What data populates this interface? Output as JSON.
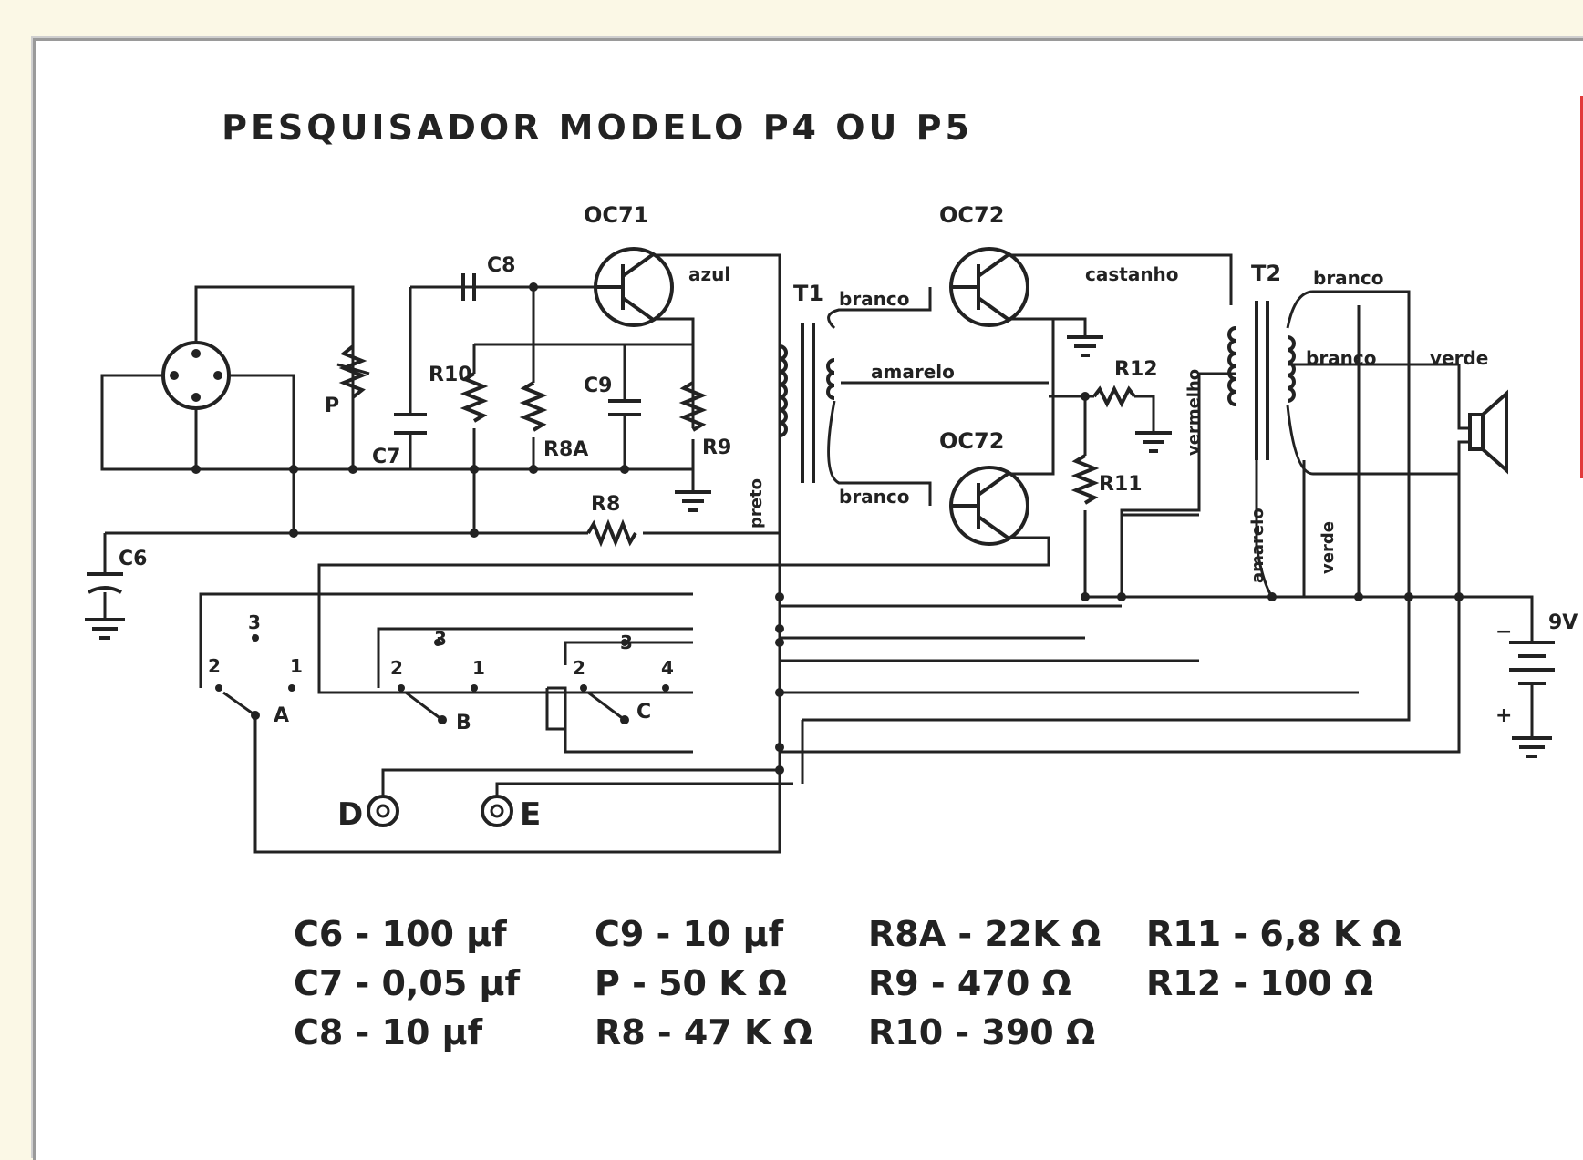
{
  "title": "PESQUISADOR MODELO P4 OU P5",
  "components": {
    "transistor1": "OC71",
    "transistor2": "OC72",
    "transistor3": "OC72",
    "t1": "T1",
    "t2": "T2",
    "c8": "C8",
    "c7": "C7",
    "c9": "C9",
    "c6": "C6",
    "p": "P",
    "r8": "R8",
    "r8a": "R8A",
    "r10": "R10",
    "r9": "R9",
    "r11": "R11",
    "r12": "R12",
    "d": "D",
    "e": "E",
    "bat": "9V",
    "sw_a": "A",
    "sw_b": "B",
    "sw_c": "C"
  },
  "wires": {
    "azul": "azul",
    "branco1": "branco",
    "amarelo": "amarelo",
    "branco2": "branco",
    "castanho": "castanho",
    "branco3": "branco",
    "branco4": "branco",
    "verde": "verde",
    "preto": "preto",
    "amarelo2": "amarelo",
    "vermelho": "vermelho",
    "verde2": "verde"
  },
  "parts_list": [
    "C6 - 100 µf",
    "C9 - 10 µf",
    "R8A - 22K Ω",
    "R11 - 6,8 K Ω",
    "C7 - 0,05 µf",
    "P - 50 K Ω",
    "R9 - 470 Ω",
    "R12 - 100 Ω",
    "C8 - 10 µf",
    "R8 - 47 K Ω",
    "R10 - 390 Ω",
    ""
  ],
  "colors": {
    "background": "#fbf8e6",
    "sheet": "#ffffff",
    "ink": "#222222",
    "accent": "#e23a3a"
  }
}
